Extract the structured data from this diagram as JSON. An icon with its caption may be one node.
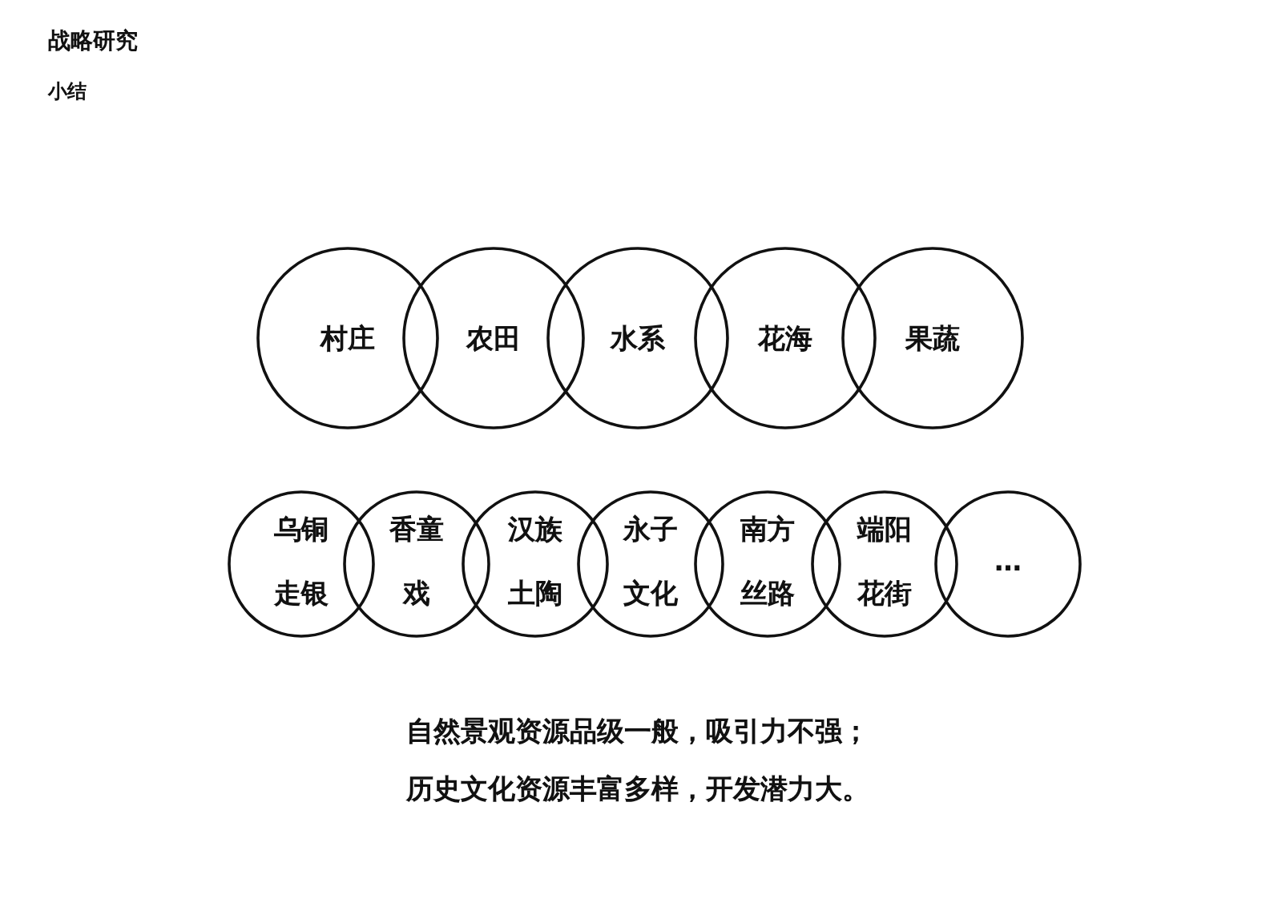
{
  "diagram": {
    "title": "战略研究",
    "nodes": [
      {
        "text": [
          "村庄"
        ]
      },
      {
        "text": [
          "农田"
        ]
      },
      {
        "text": [
          "水系"
        ]
      },
      {
        "text": [
          "花海"
        ]
      },
      {
        "text": [
          "果蔬"
        ]
      },
      {
        "text": [
          "乌铜走银"
        ]
      },
      {
        "text": [
          "香童戏"
        ]
      },
      {
        "text": [
          "汉族土陶"
        ]
      },
      {
        "text": [
          "永子文化"
        ]
      },
      {
        "text": [
          "南方丝路"
        ]
      },
      {
        "text": [
          "端阳花街"
        ]
      },
      {
        "text": [
          "…"
        ]
      }
    ],
    "labels": [
      "小结",
      "自然景观资源品级一般，吸引力不强；",
      "历史文化资源丰富多样，开发潜力大。"
    ]
  }
}
